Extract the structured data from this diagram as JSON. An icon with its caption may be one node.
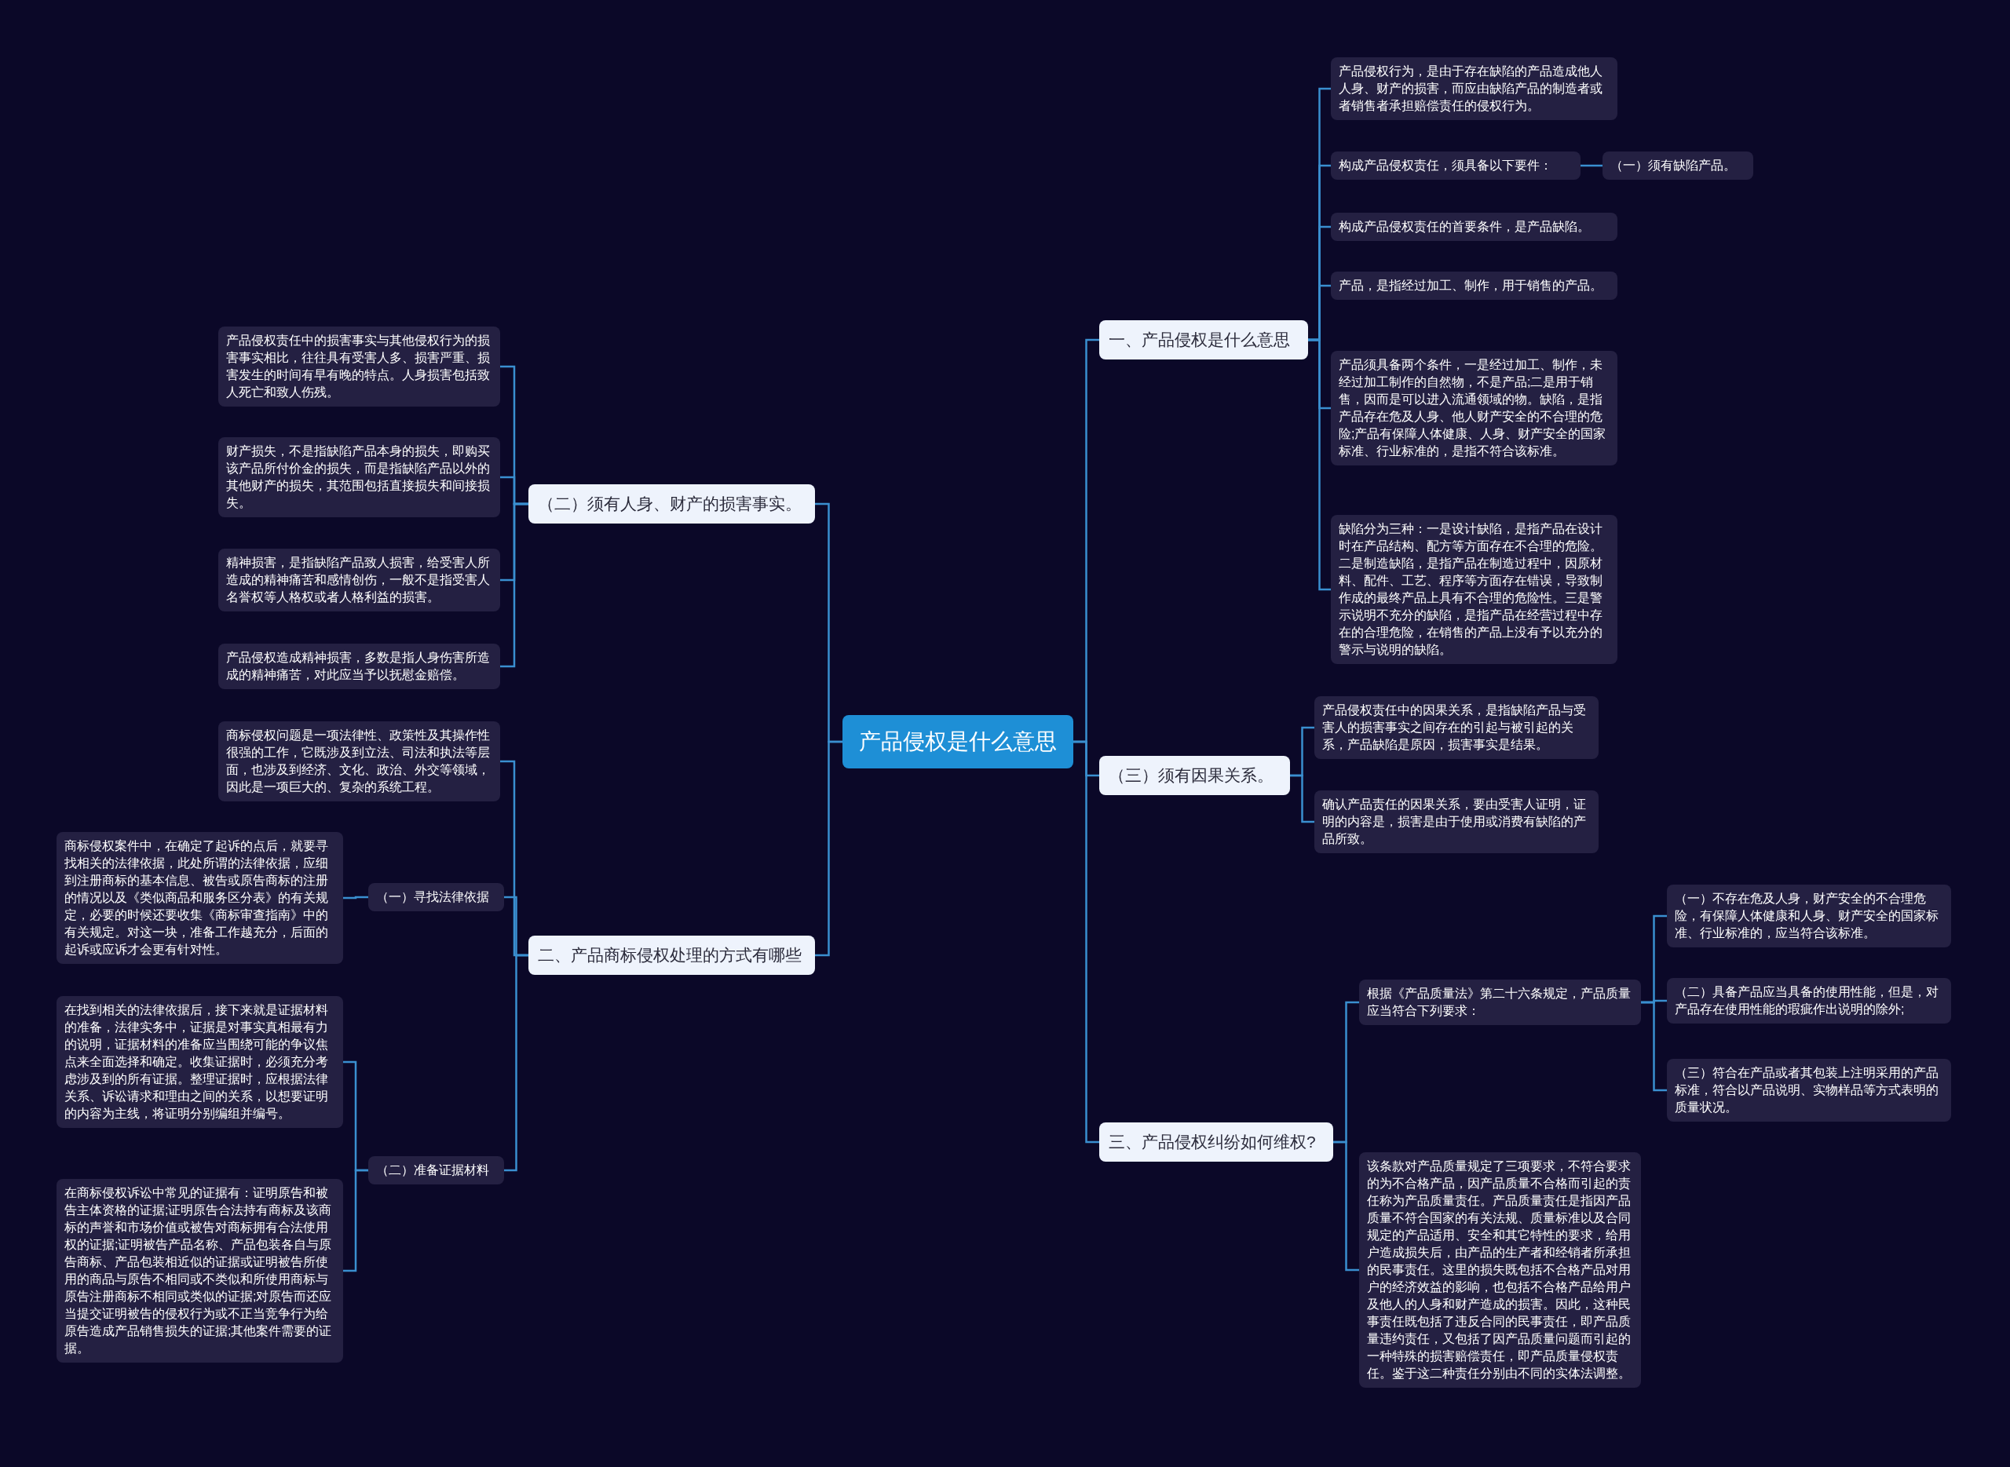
{
  "diagram": {
    "nodes": [
      {
        "text": [
          "产品侵权是什么意思"
        ]
      },
      {
        "text": [
          "一、产品侵权是什么意思"
        ]
      },
      {
        "text": [
          "产品侵权行为，是由于存在缺陷的产品造成他人人身、财产的损害，而应由缺陷产品的制造者或者销售者承担赔偿责任的侵权行为。"
        ]
      },
      {
        "text": [
          "构成产品侵权责任，须具备以下要件："
        ]
      },
      {
        "text": [
          "（一）须有缺陷产品。"
        ]
      },
      {
        "text": [
          "构成产品侵权责任的首要条件，是产品缺陷。"
        ]
      },
      {
        "text": [
          "产品，是指经过加工、制作，用于销售的产品。"
        ]
      },
      {
        "text": [
          "产品须具备两个条件，一是经过加工、制作，未经过加工制作的自然物，不是产品;二是用于销售，因而是可以进入流通领域的物。缺陷，是指产品存在危及人身、他人财产安全的不合理的危险;产品有保障人体健康、人身、财产安全的国家标准、行业标准的，是指不符合该标准。"
        ]
      },
      {
        "text": [
          "缺陷分为三种：一是设计缺陷，是指产品在设计时在产品结构、配方等方面存在不合理的危险。二是制造缺陷，是指产品在制造过程中，因原材料、配件、工艺、程序等方面存在错误，导致制作成的最终产品上具有不合理的危险性。三是警示说明不充分的缺陷，是指产品在经营过程中存在的合理危险，在销售的产品上没有予以充分的警示与说明的缺陷。"
        ]
      },
      {
        "text": [
          "（三）须有因果关系。"
        ]
      },
      {
        "text": [
          "产品侵权责任中的因果关系，是指缺陷产品与受害人的损害事实之间存在的引起与被引起的关系，产品缺陷是原因，损害事实是结果。"
        ]
      },
      {
        "text": [
          "确认产品责任的因果关系，要由受害人证明，证明的内容是，损害是由于使用或消费有缺陷的产品所致。"
        ]
      },
      {
        "text": [
          "三、产品侵权纠纷如何维权?"
        ]
      },
      {
        "text": [
          "根据《产品质量法》第二十六条规定，产品质量应当符合下列要求："
        ]
      },
      {
        "text": [
          "（一）不存在危及人身，财产安全的不合理危险，有保障人体健康和人身、财产安全的国家标准、行业标准的，应当符合该标准。"
        ]
      },
      {
        "text": [
          "（二）具备产品应当具备的使用性能，但是，对产品存在使用性能的瑕疵作出说明的除外;"
        ]
      },
      {
        "text": [
          "（三）符合在产品或者其包装上注明采用的产品标准，符合以产品说明、实物样品等方式表明的质量状况。"
        ]
      },
      {
        "text": [
          "该条款对产品质量规定了三项要求，不符合要求的为不合格产品，因产品质量不合格而引起的责任称为产品质量责任。产品质量责任是指因产品质量不符合国家的有关法规、质量标准以及合同规定的产品适用、安全和其它特性的要求，给用户造成损失后，由产品的生产者和经销者所承担的民事责任。这里的损失既包括不合格产品对用户的经济效益的影响，也包括不合格产品给用户及他人的人身和财产造成的损害。因此，这种民事责任既包括了违反合同的民事责任，即产品质量违约责任，又包括了因产品质量问题而引起的一种特殊的损害赔偿责任，即产品质量侵权责任。鉴于这二种责任分别由不同的实体法调整。"
        ]
      },
      {
        "text": [
          "（二）须有人身、财产的损害事实。"
        ]
      },
      {
        "text": [
          "产品侵权责任中的损害事实与其他侵权行为的损害事实相比，往往具有受害人多、损害严重、损害发生的时间有早有晚的特点。人身损害包括致人死亡和致人伤残。"
        ]
      },
      {
        "text": [
          "财产损失，不是指缺陷产品本身的损失，即购买该产品所付价金的损失，而是指缺陷产品以外的其他财产的损失，其范围包括直接损失和间接损失。"
        ]
      },
      {
        "text": [
          "精神损害，是指缺陷产品致人损害，给受害人所造成的精神痛苦和感情创伤，一般不是指受害人名誉权等人格权或者人格利益的损害。"
        ]
      },
      {
        "text": [
          "产品侵权造成精神损害，多数是指人身伤害所造成的精神痛苦，对此应当予以抚慰金赔偿。"
        ]
      },
      {
        "text": [
          "二、产品商标侵权处理的方式有哪些"
        ]
      },
      {
        "text": [
          "商标侵权问题是一项法律性、政策性及其操作性很强的工作，它既涉及到立法、司法和执法等层面，也涉及到经济、文化、政治、外交等领域，因此是一项巨大的、复杂的系统工程。"
        ]
      },
      {
        "text": [
          "（一）寻找法律依据"
        ]
      },
      {
        "text": [
          "商标侵权案件中，在确定了起诉的点后，就要寻找相关的法律依据，此处所谓的法律依据，应细到注册商标的基本信息、被告或原告商标的注册的情况以及《类似商品和服务区分表》的有关规定，必要的时候还要收集《商标审查指南》中的有关规定。对这一块，准备工作越充分，后面的起诉或应诉才会更有针对性。"
        ]
      },
      {
        "text": [
          "（二）准备证据材料"
        ]
      },
      {
        "text": [
          "在找到相关的法律依据后，接下来就是证据材料的准备，法律实务中，证据是对事实真相最有力的说明，证据材料的准备应当围绕可能的争议焦点来全面选择和确定。收集证据时，必须充分考虑涉及到的所有证据。整理证据时，应根据法律关系、诉讼请求和理由之间的关系，以想要证明的内容为主线，将证明分别编组并编号。"
        ]
      },
      {
        "text": [
          "在商标侵权诉讼中常见的证据有：证明原告和被告主体资格的证据;证明原告合法持有商标及该商标的声誉和市场价值或被告对商标拥有合法使用权的证据;证明被告产品名称、产品包装各自与原告商标、产品包装相近似的证据或证明被告所使用的商品与原告不相同或不类似和所使用商标与原告注册商标不相同或类似的证据;对原告而还应当提交证明被告的侵权行为或不正当竞争行为给原告造成产品销售损失的证据;其他案件需要的证据。"
        ]
      }
    ],
    "edges": [
      {
        "from": 0,
        "to": 1,
        "arrow": "none"
      },
      {
        "from": 1,
        "to": 2,
        "arrow": "none"
      },
      {
        "from": 1,
        "to": 3,
        "arrow": "none"
      },
      {
        "from": 3,
        "to": 4,
        "arrow": "none"
      },
      {
        "from": 1,
        "to": 5,
        "arrow": "none"
      },
      {
        "from": 1,
        "to": 6,
        "arrow": "none"
      },
      {
        "from": 1,
        "to": 7,
        "arrow": "none"
      },
      {
        "from": 1,
        "to": 8,
        "arrow": "none"
      },
      {
        "from": 0,
        "to": 9,
        "arrow": "none"
      },
      {
        "from": 9,
        "to": 10,
        "arrow": "none"
      },
      {
        "from": 9,
        "to": 11,
        "arrow": "none"
      },
      {
        "from": 0,
        "to": 12,
        "arrow": "none"
      },
      {
        "from": 12,
        "to": 13,
        "arrow": "none"
      },
      {
        "from": 13,
        "to": 14,
        "arrow": "none"
      },
      {
        "from": 13,
        "to": 15,
        "arrow": "none"
      },
      {
        "from": 13,
        "to": 16,
        "arrow": "none"
      },
      {
        "from": 12,
        "to": 17,
        "arrow": "none"
      },
      {
        "from": 0,
        "to": 18,
        "arrow": "none"
      },
      {
        "from": 18,
        "to": 19,
        "arrow": "none"
      },
      {
        "from": 18,
        "to": 20,
        "arrow": "none"
      },
      {
        "from": 18,
        "to": 21,
        "arrow": "none"
      },
      {
        "from": 18,
        "to": 22,
        "arrow": "none"
      },
      {
        "from": 0,
        "to": 23,
        "arrow": "none"
      },
      {
        "from": 23,
        "to": 24,
        "arrow": "none"
      },
      {
        "from": 23,
        "to": 25,
        "arrow": "none"
      },
      {
        "from": 25,
        "to": 26,
        "arrow": "none"
      },
      {
        "from": 23,
        "to": 27,
        "arrow": "none"
      },
      {
        "from": 27,
        "to": 28,
        "arrow": "none"
      },
      {
        "from": 27,
        "to": 29,
        "arrow": "none"
      }
    ]
  }
}
